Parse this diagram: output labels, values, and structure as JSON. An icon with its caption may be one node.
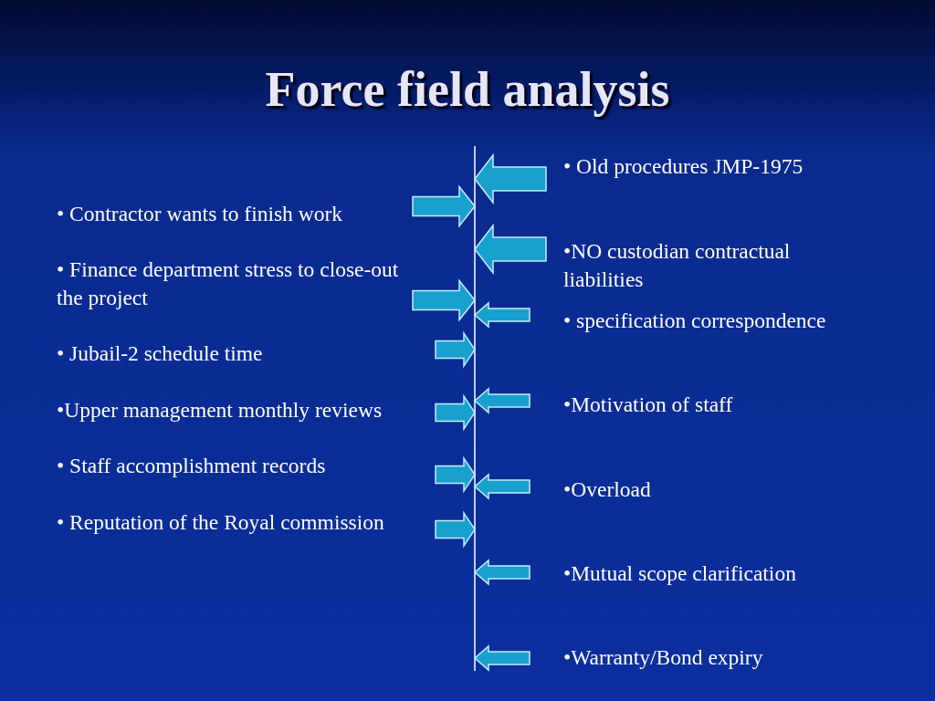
{
  "diagram": {
    "title": "Force field analysis",
    "labels": [
      "• Contractor wants to finish work",
      "• Finance department stress to close-out the project",
      "• Jubail-2 schedule time",
      "•Upper management monthly reviews",
      "• Staff accomplishment records",
      "• Reputation of the Royal commission",
      "• Old procedures JMP-1975",
      "•NO custodian contractual liabilities",
      "• specification correspondence",
      "•Motivation of staff",
      "•Overload",
      "•Mutual scope clarification",
      "•Warranty/Bond expiry"
    ]
  }
}
